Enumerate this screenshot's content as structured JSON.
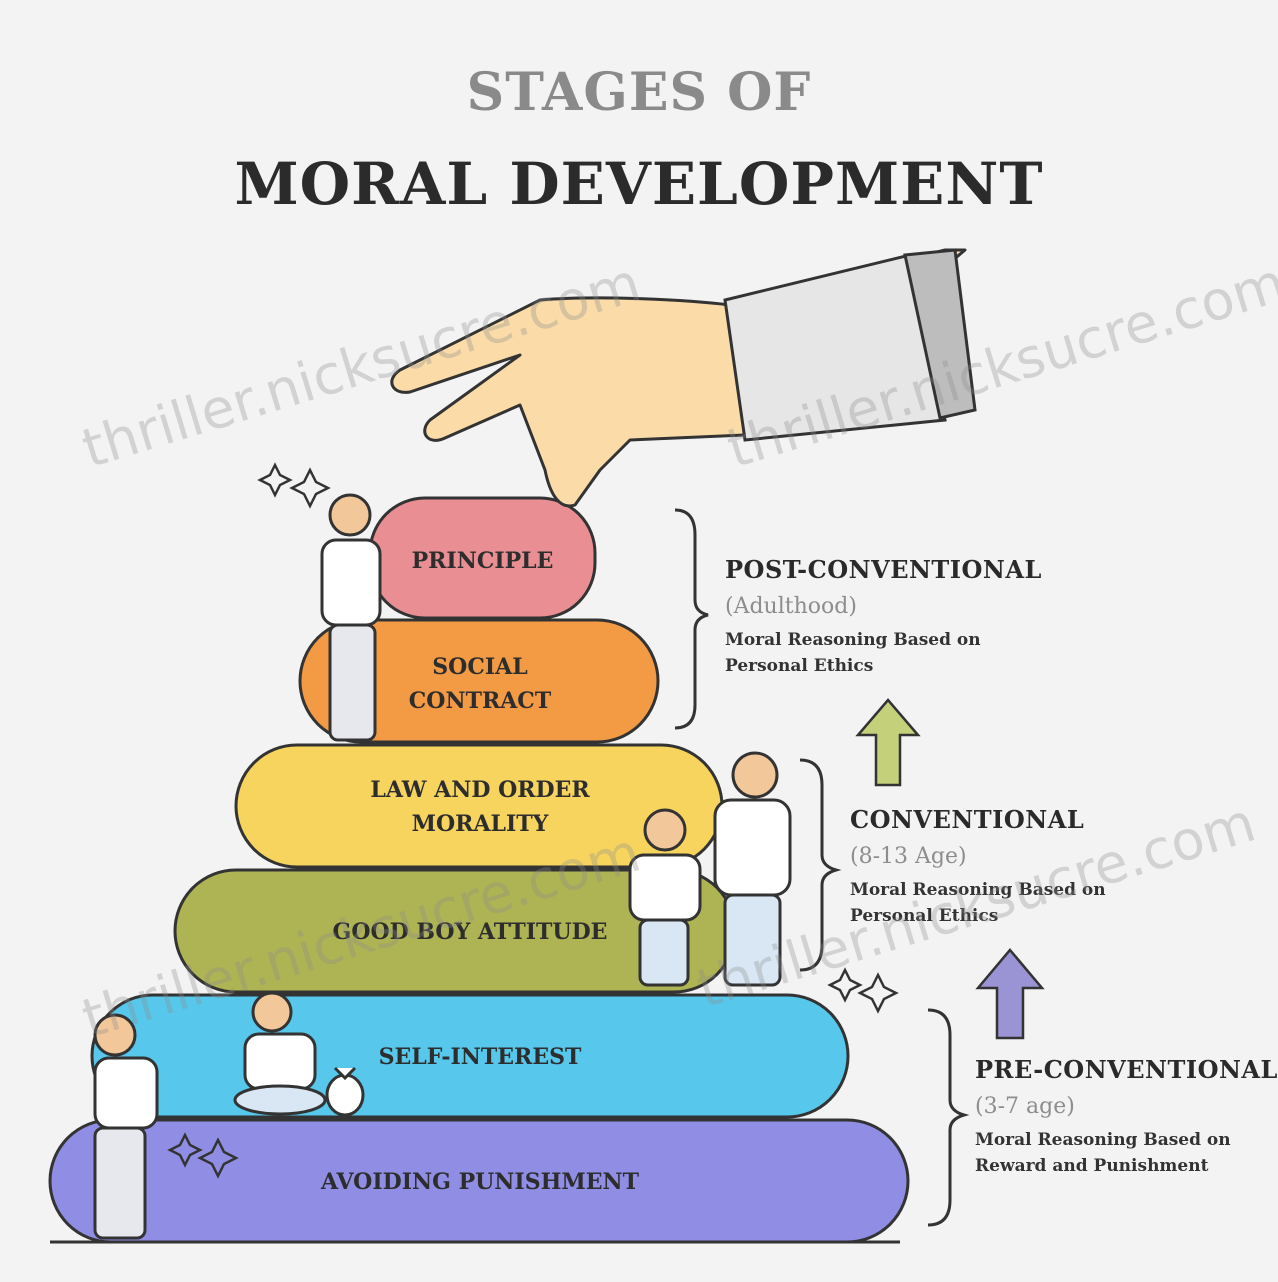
{
  "header": {
    "title_line1": "STAGES OF",
    "title_line2": "MORAL DEVELOPMENT"
  },
  "stages": [
    {
      "label": "PRINCIPLE",
      "color": "#e98f93"
    },
    {
      "label": "SOCIAL\nCONTRACT",
      "color": "#f39a45"
    },
    {
      "label": "LAW AND ORDER\nMORALITY",
      "color": "#f6d45e"
    },
    {
      "label": "GOOD BOY ATTITUDE",
      "color": "#aeb353"
    },
    {
      "label": "SELF-INTEREST",
      "color": "#57c7ec"
    },
    {
      "label": "AVOIDING PUNISHMENT",
      "color": "#8f8ee4"
    }
  ],
  "levels": [
    {
      "title": "POST-CONVENTIONAL",
      "age": "(Adulthood)",
      "description": "Moral Reasoning Based on Personal Ethics"
    },
    {
      "title": "CONVENTIONAL",
      "age": "(8-13 Age)",
      "description": "Moral Reasoning Based on Personal Ethics"
    },
    {
      "title": "PRE-CONVENTIONAL",
      "age": "(3-7 age)",
      "description": "Moral Reasoning Based on Reward and Punishment"
    }
  ],
  "arrows": {
    "upper_color": "#c5d07a",
    "lower_color": "#9a93d4"
  },
  "watermark": "thriller.nicksucre.com"
}
